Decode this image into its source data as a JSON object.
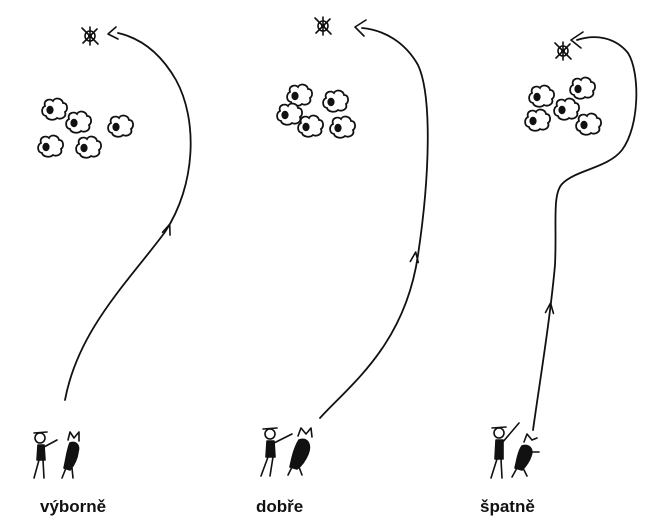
{
  "panels": [
    {
      "caption": "výborně"
    },
    {
      "caption": "dobře"
    },
    {
      "caption": "špatně"
    }
  ],
  "colors": {
    "ink": "#111111",
    "background": "#ffffff"
  },
  "icons": {
    "post": "marker-post-icon",
    "sheep": "sheep-icon",
    "handler": "handler-figure-icon",
    "dog": "dog-figure-icon",
    "direction": "arrowhead-icon"
  }
}
